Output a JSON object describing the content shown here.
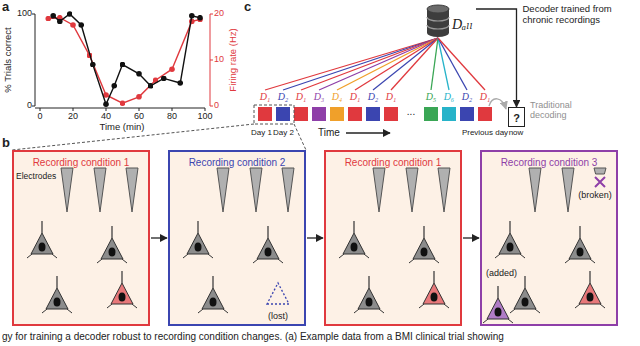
{
  "diagram": {
    "caption": "gy for training a decoder robust to recording condition changes. (a) Example data from a BMI clinical trial showing",
    "nodes": [
      {
        "text": [
          "Dₐₗₗ"
        ]
      },
      {
        "text": [
          "?"
        ]
      },
      {
        "text": [
          "Recording condition 1"
        ]
      },
      {
        "text": [
          "Recording condition 2"
        ]
      },
      {
        "text": [
          "Recording condition 1"
        ]
      },
      {
        "text": [
          "Recording condition 3"
        ]
      }
    ],
    "edges": [
      {
        "from": 0,
        "to": 1,
        "arrow": "to",
        "label": "Decoder trained from chronic recordings"
      },
      {
        "from": 2,
        "to": 3,
        "arrow": "to"
      },
      {
        "from": 3,
        "to": 4,
        "arrow": "to"
      },
      {
        "from": 4,
        "to": 5,
        "arrow": "to"
      }
    ],
    "labels": [
      "a",
      "% Trials correct",
      "100",
      "0",
      "Firing rate (Hz)",
      "20",
      "10",
      "0",
      "0",
      "20",
      "40",
      "60",
      "80",
      "100",
      "Time (min)",
      "c",
      "D₁",
      "D₂",
      "D₁",
      "D₃",
      "D₄",
      "D₁",
      "D₂",
      "D₁",
      "D₅",
      "D₆",
      "D₂",
      "D₁",
      "...",
      "Traditional decoding",
      "Day 1",
      "Day 2",
      "Time",
      "Previous day",
      "now",
      "b",
      "Electrodes",
      "(lost)",
      "(broken)",
      "(added)"
    ]
  }
}
